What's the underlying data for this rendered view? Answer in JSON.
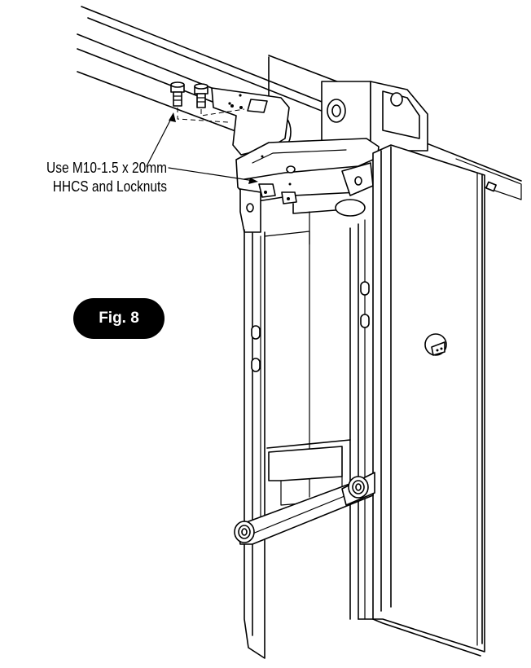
{
  "figure": {
    "label": "Fig. 8",
    "callout_line1": "Use M10-1.5 x 20mm",
    "callout_line2": "HHCS and Locknuts"
  },
  "colors": {
    "ink": "#000000",
    "paper": "#ffffff"
  }
}
